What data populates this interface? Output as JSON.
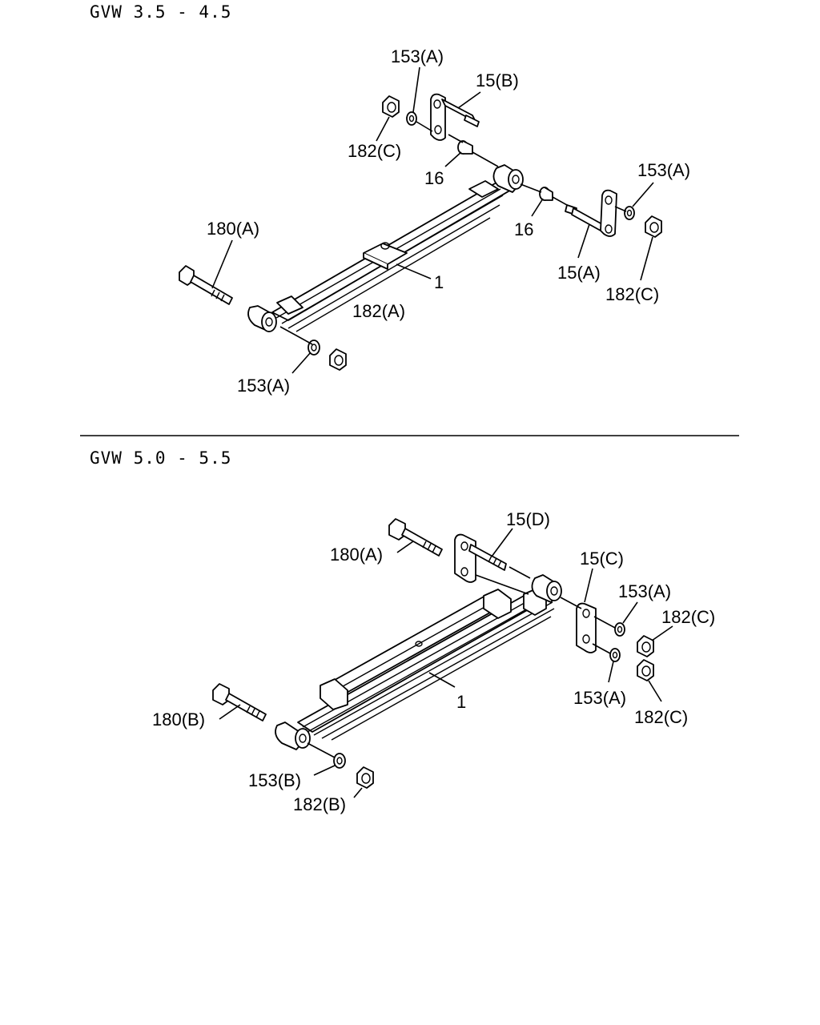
{
  "sections": [
    {
      "heading": "GVW 3.5 - 4.5",
      "labels": {
        "bolt_front": "180(A)",
        "leaf_spring": "1",
        "nut_front": "182(A)",
        "washer_front": "153(A)",
        "washer_rear_top": "153(A)",
        "shackle_top": "15(B)",
        "nut_rear_top": "182(C)",
        "bushing_top": "16",
        "bushing_side": "16",
        "washer_rear_right": "153(A)",
        "shackle_side": "15(A)",
        "nut_rear_right": "182(C)"
      }
    },
    {
      "heading": "GVW 5.0 - 5.5",
      "labels": {
        "bolt_rear": "180(A)",
        "shackle_back": "15(D)",
        "shackle_front": "15(C)",
        "washer_upper": "153(A)",
        "nut_upper": "182(C)",
        "washer_lower": "153(A)",
        "nut_lower": "182(C)",
        "leaf_spring": "1",
        "bolt_front": "180(B)",
        "washer_front": "153(B)",
        "nut_front": "182(B)"
      }
    }
  ]
}
